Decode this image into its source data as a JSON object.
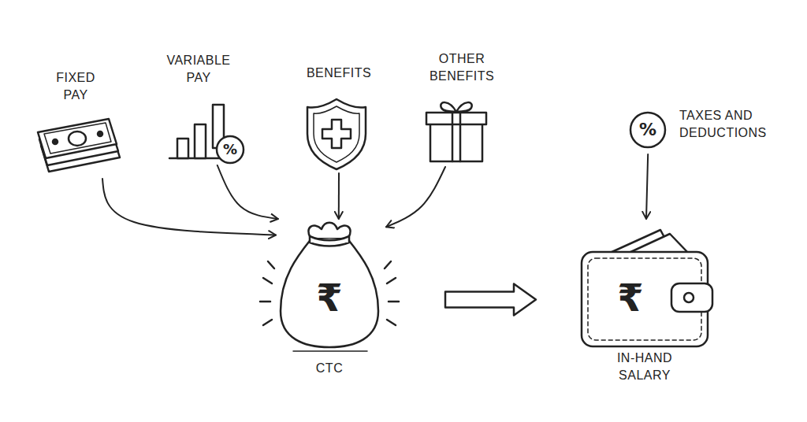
{
  "diagram": {
    "nodes": [
      {
        "text": [
          "FIXED PAY"
        ]
      },
      {
        "text": [
          "VARIABLE PAY",
          "%"
        ]
      },
      {
        "text": [
          "BENEFITS"
        ]
      },
      {
        "text": [
          "OTHER BENEFITS"
        ]
      },
      {
        "text": [
          "%",
          "TAXES AND DEDUCTIONS"
        ]
      },
      {
        "text": [
          "₹",
          "CTC"
        ]
      },
      {
        "text": [
          "₹",
          "IN-HAND SALARY"
        ]
      }
    ],
    "edges": [
      {
        "from": 0,
        "to": 5,
        "arrow": "to"
      },
      {
        "from": 1,
        "to": 5,
        "arrow": "to"
      },
      {
        "from": 2,
        "to": 5,
        "arrow": "to"
      },
      {
        "from": 3,
        "to": 5,
        "arrow": "to"
      },
      {
        "from": 5,
        "to": 6,
        "arrow": "to"
      },
      {
        "from": 4,
        "to": 6,
        "arrow": "to"
      }
    ]
  }
}
